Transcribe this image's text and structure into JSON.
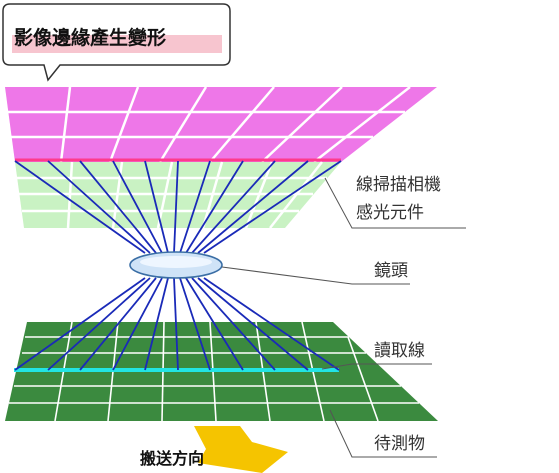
{
  "callout": {
    "title": "影像邊緣產生變形"
  },
  "labels": {
    "sensor_line1": "線掃描相機",
    "sensor_line2": "感光元件",
    "lens": "鏡頭",
    "scan_line": "讀取線",
    "object": "待測物"
  },
  "direction": {
    "label": "搬送方向"
  },
  "colors": {
    "image_grid": "#ee77e8",
    "sensor_grid": "#c9f2c3",
    "object_grid": "#3b8a3f",
    "rays": "#1a2ab8",
    "sensor_line": "#ff3a8c",
    "scan_line": "#22e4e4",
    "lens": "#cfe3f7",
    "arrow": "#f5c400",
    "callout_highlight": "#f7c5cf"
  }
}
